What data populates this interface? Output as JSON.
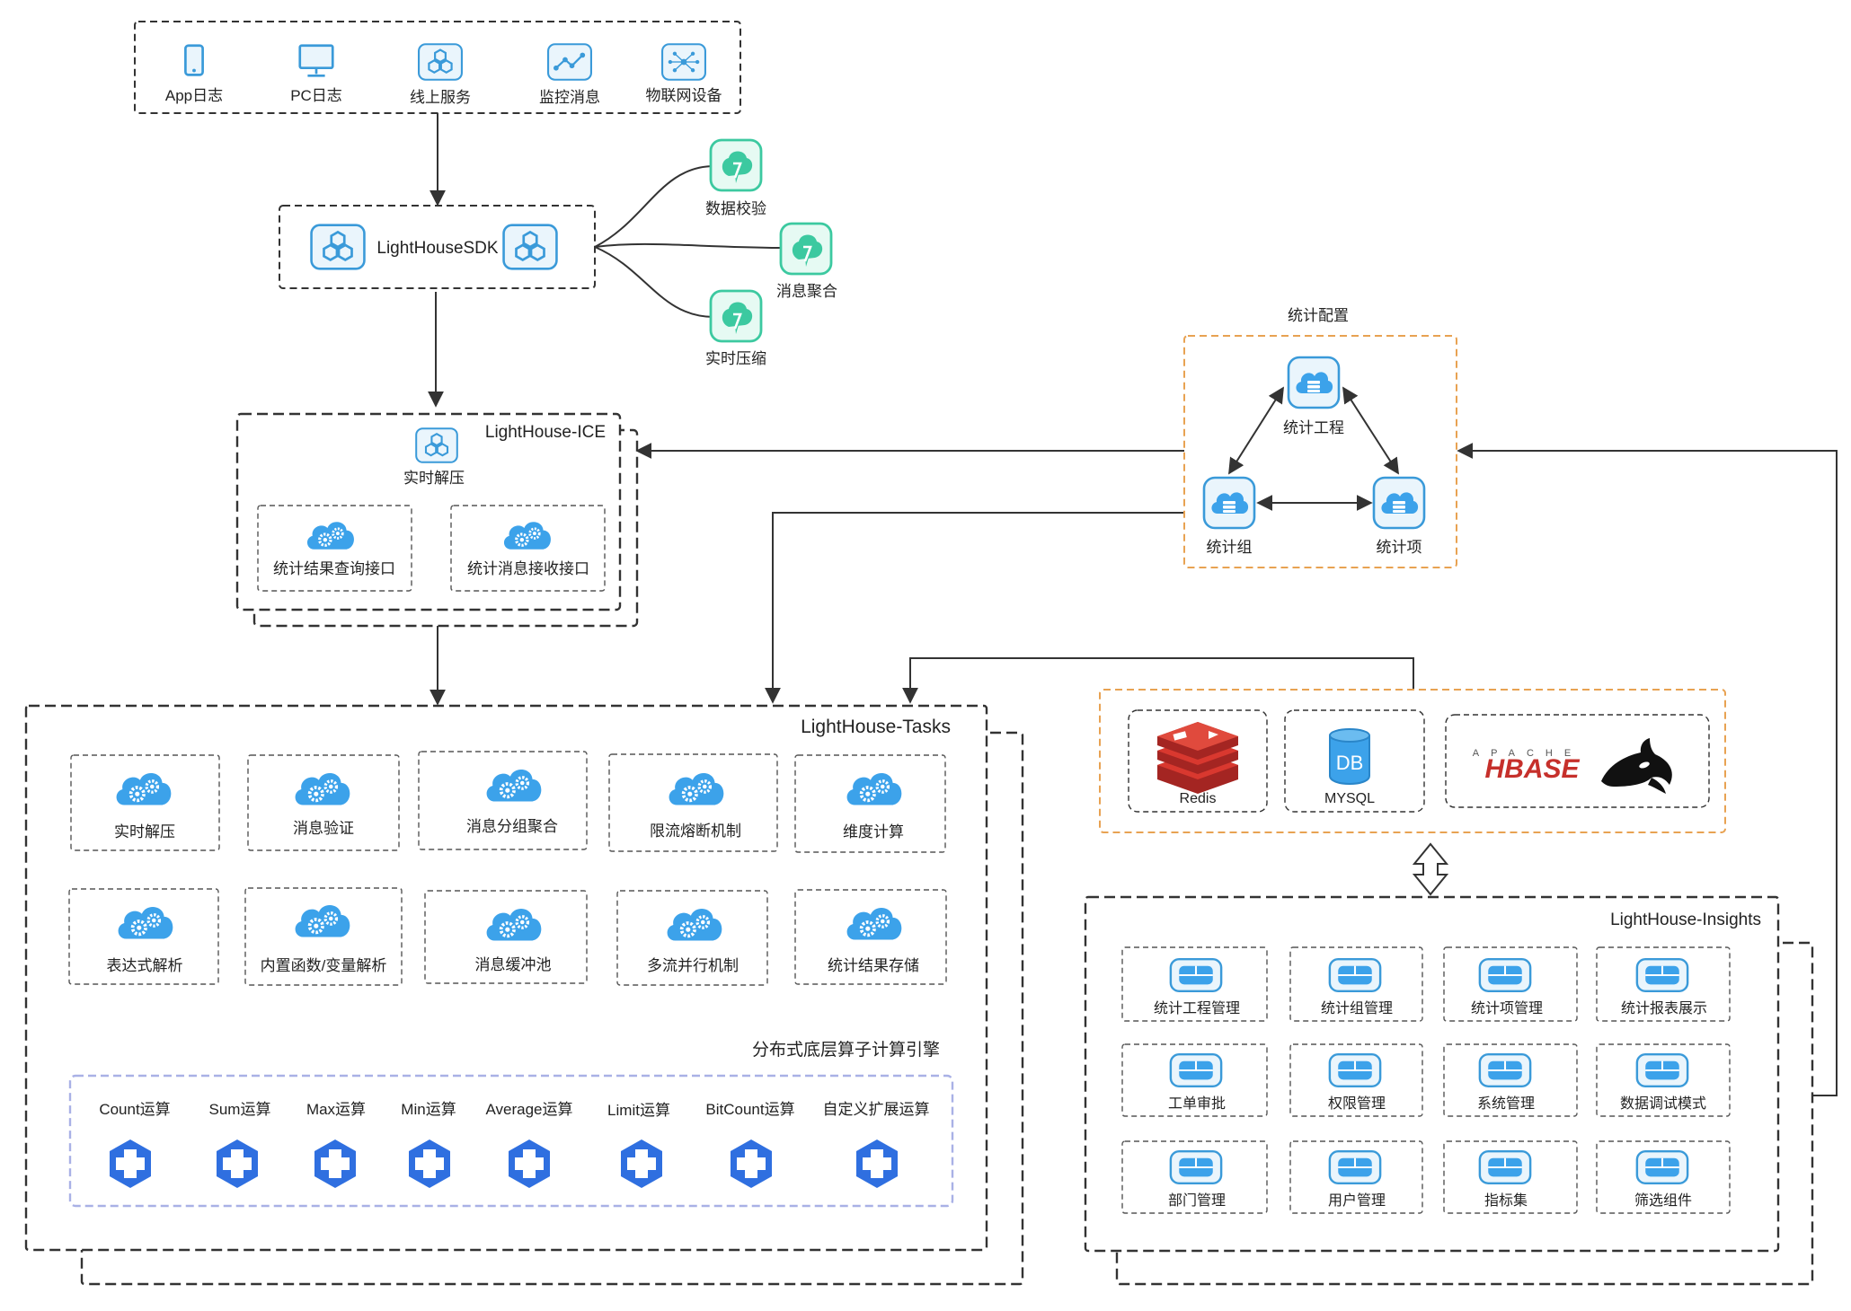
{
  "sources": [
    "App日志",
    "PC日志",
    "线上服务",
    "监控消息",
    "物联网设备"
  ],
  "sdk": {
    "title": "LightHouseSDK",
    "features": [
      "数据校验",
      "消息聚合",
      "实时压缩"
    ]
  },
  "ice": {
    "title": "LightHouse-ICE",
    "decompress": "实时解压",
    "query_api": "统计结果查询接口",
    "receive_api": "统计消息接收接口"
  },
  "config": {
    "title": "统计配置",
    "project": "统计工程",
    "group": "统计组",
    "item": "统计项"
  },
  "tasks": {
    "title": "LightHouse-Tasks",
    "row1": [
      "实时解压",
      "消息验证",
      "消息分组聚合",
      "限流熔断机制",
      "维度计算"
    ],
    "row2": [
      "表达式解析",
      "内置函数/变量解析",
      "消息缓冲池",
      "多流并行机制",
      "统计结果存储"
    ],
    "engine_title": "分布式底层算子计算引擎",
    "operators": [
      "Count运算",
      "Sum运算",
      "Max运算",
      "Min运算",
      "Average运算",
      "Limit运算",
      "BitCount运算",
      "自定义扩展运算"
    ]
  },
  "storage": {
    "redis": "Redis",
    "db_icon": "DB",
    "mysql": "MYSQL",
    "hbase_top": "APACHE",
    "hbase": "HBASE"
  },
  "insights": {
    "title": "LightHouse-Insights",
    "items": [
      "统计工程管理",
      "统计组管理",
      "统计项管理",
      "统计报表展示",
      "工单审批",
      "权限管理",
      "系统管理",
      "数据调试模式",
      "部门管理",
      "用户管理",
      "指标集",
      "筛选组件"
    ]
  },
  "colors": {
    "accent_blue": "#3a9ad9",
    "operator_blue": "#2f6fe0",
    "feature_green": "#3cc9a0",
    "orange_border": "#e8a252",
    "engine_border": "#a9b1e6",
    "redis_red": "#c6302b",
    "line": "#333333"
  }
}
